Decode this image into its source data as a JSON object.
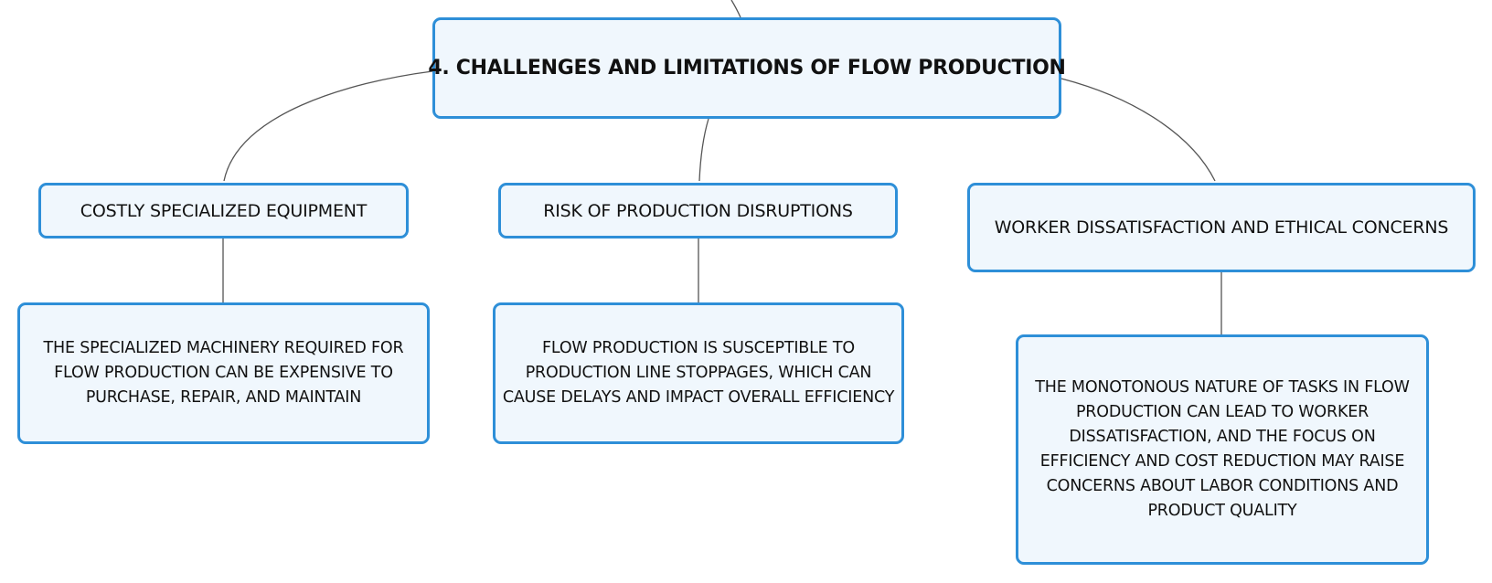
{
  "root": {
    "title": "4. CHALLENGES AND LIMITATIONS OF FLOW PRODUCTION"
  },
  "branches": [
    {
      "title": "COSTLY SPECIALIZED EQUIPMENT",
      "detail": "THE SPECIALIZED MACHINERY REQUIRED FOR FLOW PRODUCTION CAN BE EXPENSIVE TO PURCHASE, REPAIR, AND MAINTAIN"
    },
    {
      "title": "RISK OF PRODUCTION DISRUPTIONS",
      "detail": "FLOW PRODUCTION IS SUSCEPTIBLE TO PRODUCTION LINE STOPPAGES, WHICH CAN CAUSE DELAYS AND IMPACT OVERALL EFFICIENCY"
    },
    {
      "title": "WORKER DISSATISFACTION AND ETHICAL CONCERNS",
      "detail": "THE MONOTONOUS NATURE OF TASKS IN FLOW PRODUCTION CAN LEAD TO WORKER DISSATISFACTION, AND THE FOCUS ON EFFICIENCY AND COST REDUCTION MAY RAISE CONCERNS ABOUT LABOR CONDITIONS AND PRODUCT QUALITY"
    }
  ],
  "colors": {
    "node_border": "#2e8fd8",
    "node_fill": "#f0f7fd",
    "connector": "#555555",
    "text": "#111111"
  }
}
